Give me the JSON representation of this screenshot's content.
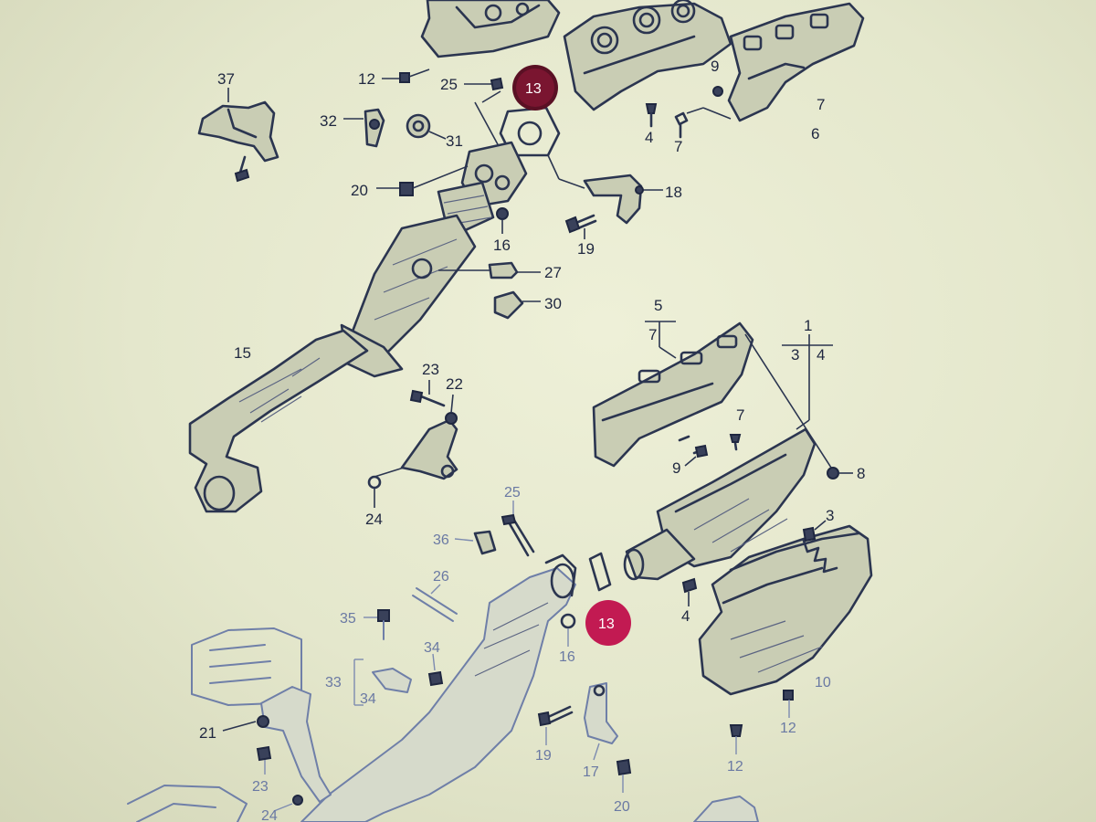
{
  "labels": {
    "l37": "37",
    "l12a": "12",
    "l25a": "25",
    "l9a": "9",
    "l7a": "7",
    "l6a": "6",
    "l32": "32",
    "l31": "31",
    "l4a": "4",
    "l7b": "7",
    "l20a": "20",
    "l18a": "18",
    "l16a": "16",
    "l19a": "19",
    "l27": "27",
    "l30": "30",
    "l5": "5",
    "l7c": "7",
    "l1": "1",
    "l3": "3",
    "l4b": "4",
    "l15": "15",
    "l23a": "23",
    "l22": "22",
    "l24a": "24",
    "l7d": "7",
    "l9b": "9",
    "l8": "8",
    "l25b": "25",
    "l36": "36",
    "l3b": "3",
    "l26": "26",
    "l35": "35",
    "l4c": "4",
    "l16b": "16",
    "l34a": "34",
    "l33": "33",
    "l34b": "34",
    "l10": "10",
    "l21": "21",
    "l19b": "19",
    "l12b": "12",
    "l12c": "12",
    "l23b": "23",
    "l17": "17",
    "l24b": "24",
    "l20b": "20"
  },
  "callouts": {
    "c13_top": "13",
    "c13_mid": "13"
  },
  "colors": {
    "callout": "#c21a52",
    "line_dark": "#2b3550",
    "line_faint": "#6f7fa8",
    "paper": "#e2e5cb"
  }
}
